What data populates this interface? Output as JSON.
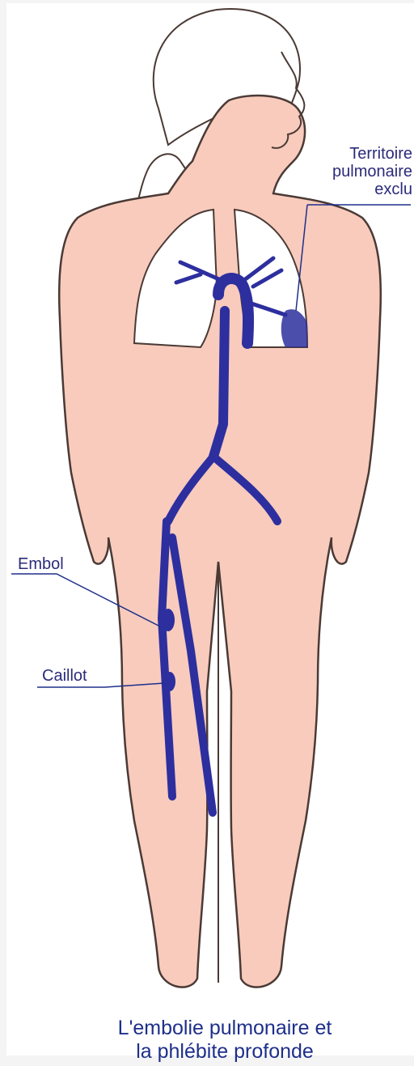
{
  "labels": {
    "territory_line1": "Territoire",
    "territory_line2": "pulmonaire",
    "territory_line3": "exclu",
    "embol": "Embol",
    "caillot": "Caillot"
  },
  "caption": {
    "line1": "L'embolie pulmonaire et",
    "line2": "la phlébite profonde"
  },
  "colors": {
    "skin": "#f8cbbd",
    "outline": "#4a3a35",
    "vessel": "#2d2f9e",
    "lung": "#ffffff",
    "label": "#2b2b7a"
  }
}
